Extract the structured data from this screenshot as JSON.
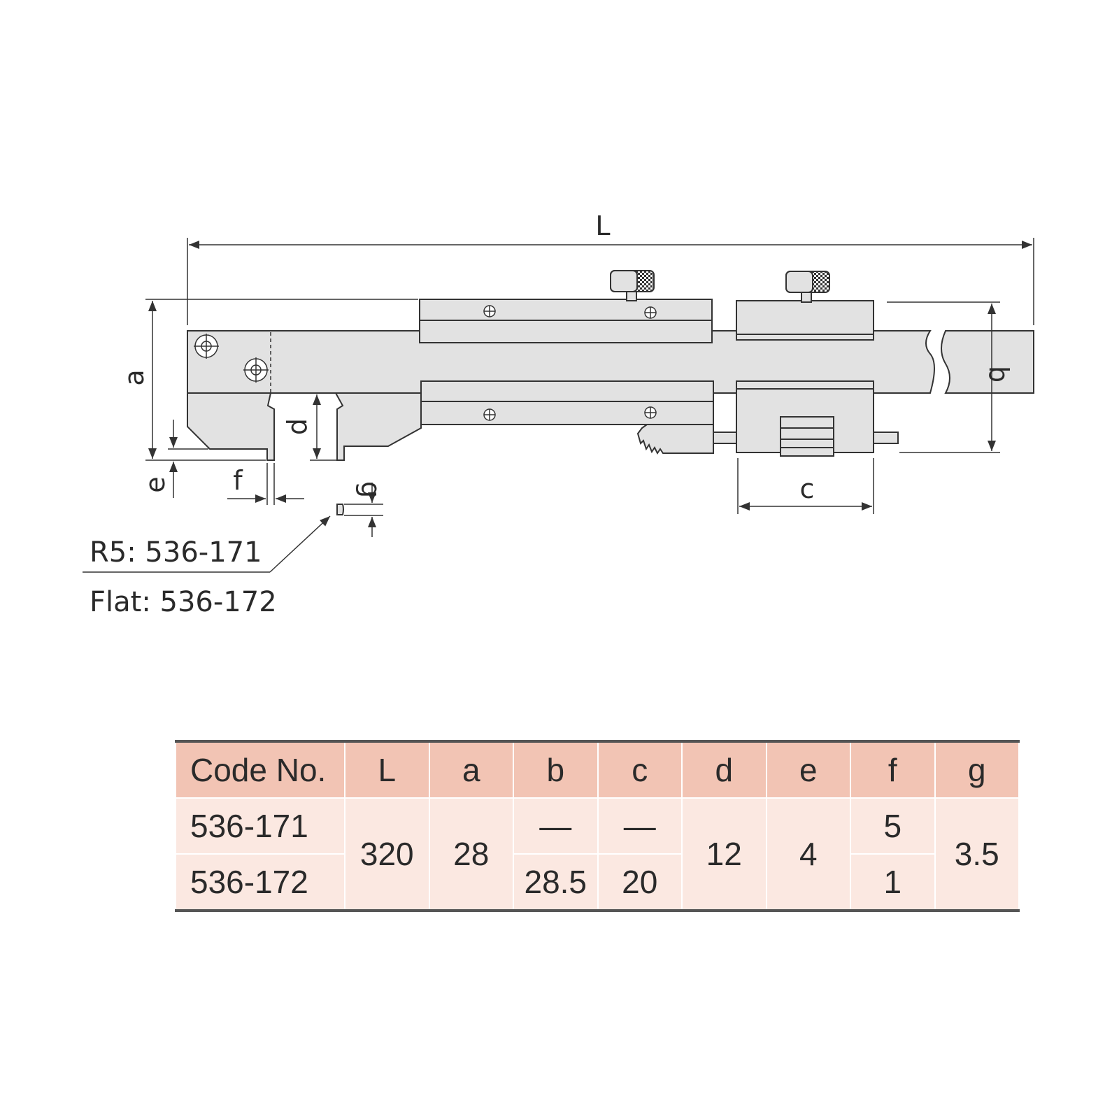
{
  "drawing": {
    "dimensions": {
      "L": "L",
      "a": "a",
      "b": "b",
      "c": "c",
      "d": "d",
      "e": "e",
      "f": "f",
      "g": "g"
    },
    "notes": [
      "R5: 536-171",
      "Flat: 536-172"
    ]
  },
  "table": {
    "headers": [
      "Code No.",
      "L",
      "a",
      "b",
      "c",
      "d",
      "e",
      "f",
      "g"
    ],
    "rows": [
      {
        "code": "536-171",
        "L": "320",
        "a": "28",
        "b": "—",
        "c": "—",
        "d": "12",
        "e": "4",
        "f": "5",
        "g": "3.5"
      },
      {
        "code": "536-172",
        "b": "28.5",
        "c": "20",
        "f": "1"
      }
    ],
    "colors": {
      "header": "#f2c4b4",
      "body": "#fbe8e1",
      "rule": "#555555"
    }
  }
}
